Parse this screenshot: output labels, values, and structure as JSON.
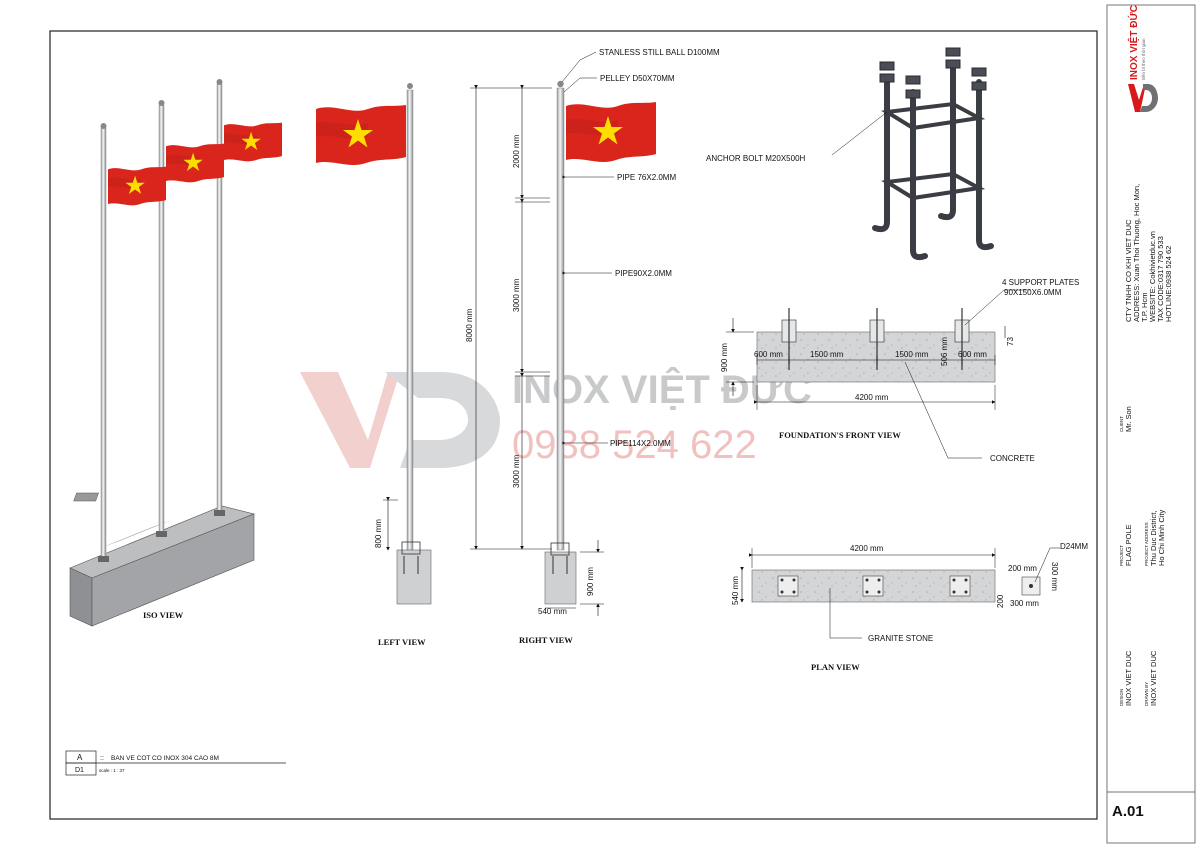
{
  "labels": {
    "ball": "STANLESS STILL BALL D100MM",
    "pulley": "PELLEY D50X70MM",
    "pipe76": "PIPE 76X2.0MM",
    "pipe90": "PIPE90X2.0MM",
    "pipe114": "PIPE114X2.0MM",
    "anchor": "ANCHOR BOLT M20X500H",
    "support1": "4 SUPPORT PLATES",
    "support2": "90X150X6.0MM",
    "concrete": "CONCRETE",
    "granite": "GRANITE STONE",
    "d24": "D24MM"
  },
  "views": {
    "iso": "ISO VIEW",
    "left": "LEFT VIEW",
    "right": "RIGHT VIEW",
    "front": "FOUNDATION'S FRONT VIEW",
    "plan": "PLAN VIEW"
  },
  "dims": {
    "total_height": "8000 mm",
    "seg1": "2000 mm",
    "seg2": "3000 mm",
    "seg3": "3000 mm",
    "left_base": "800 mm",
    "right_base_h": "900 mm",
    "right_base_w": "540 mm",
    "front_h": "900 mm",
    "front_a": "600 mm",
    "front_b": "1500 mm",
    "front_c": "1500 mm",
    "front_d": "600 mm",
    "front_len": "4200 mm",
    "front_506": "506 mm",
    "front_73": "73",
    "plan_len": "4200 mm",
    "plan_w": "540 mm",
    "plate_200a": "200 mm",
    "plate_200b": "200",
    "plate_300a": "300 mm",
    "plate_300b": "300 mm"
  },
  "watermark": {
    "brand": "INOX VIỆT ĐỨC",
    "phone": "0938 524 622"
  },
  "drawing_title": {
    "code": "A",
    "sep": "::",
    "title": "BAN VE COT CO INOX 304 CAO 8M",
    "sheet": "D1",
    "scale": "scale : 1 : 37"
  },
  "title_block": {
    "logo_name": "INOX VIỆT ĐỨC",
    "logo_tag": "Bền bỉ theo thời gian",
    "company": [
      "CTY TNHH CO KHI VIET DUC",
      "ADDRESS: Xuan Thoi Thuong, Hoc Mon,",
      "T.P. Hcm",
      "WEBSITE: Cokhivietduc.vn",
      "TAX CODE:0317 790 533",
      "HOTLINE:0938 524 62"
    ],
    "client_label": "CLIENT",
    "client": "Mr. Son",
    "project_label": "PROJECT",
    "project": "FLAG POLE",
    "addr_label": "PROJECT ADDRESS",
    "addr1": "Thu Duc District,",
    "addr2": "Ho Chi Minh City",
    "design_label": "DESIGN",
    "design": "INOX VIET DUC",
    "drawn_label": "DRAWN BY",
    "drawn": "INOX VIET DUC",
    "sheet_no": "A.01"
  },
  "colors": {
    "flag_red": "#da251d",
    "flag_star": "#ffdd00",
    "brand_red": "#d7191c",
    "concrete": "#cfd0d2",
    "pole": "#c9cbcd"
  }
}
